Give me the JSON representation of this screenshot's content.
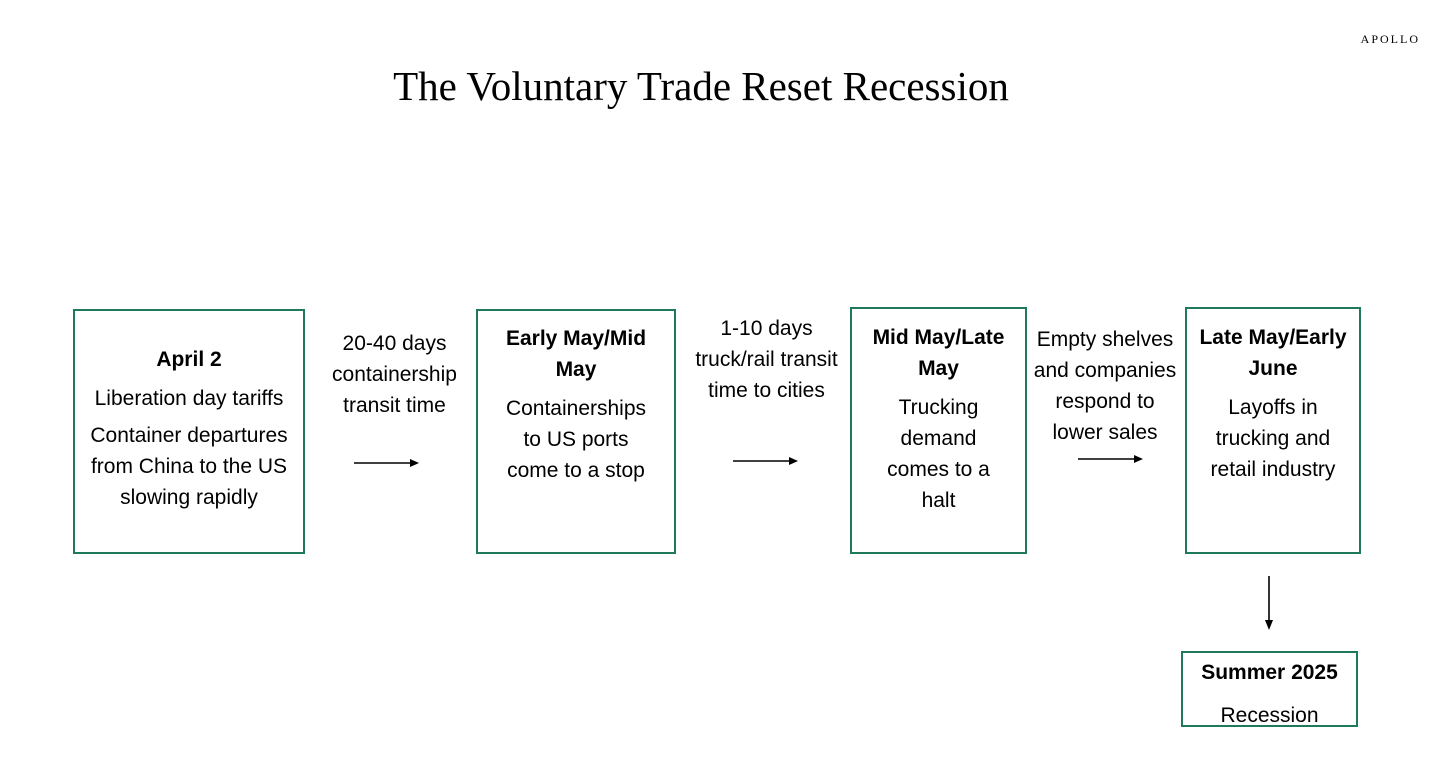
{
  "brand": "APOLLO",
  "title": "The Voluntary Trade Reset Recession",
  "stages": [
    {
      "heading": "April 2",
      "lines": [
        "Liberation day tariffs",
        "Container departures from China to the US slowing rapidly"
      ]
    },
    {
      "heading": "Early May/Mid May",
      "lines": [
        "Containerships to US ports come to a stop"
      ]
    },
    {
      "heading": "Mid May/Late May",
      "lines": [
        "Trucking demand comes to a halt"
      ]
    },
    {
      "heading": "Late May/Early June",
      "lines": [
        "Layoffs in trucking and retail industry"
      ]
    },
    {
      "heading": "Summer 2025",
      "lines": [
        "Recession"
      ]
    }
  ],
  "connectors": [
    "20-40 days containership transit time",
    "1-10 days truck/rail transit time to cities",
    "Empty shelves and companies respond to lower sales"
  ],
  "colors": {
    "box_border": "#1f7a5b",
    "text": "#000000",
    "background": "#ffffff"
  }
}
